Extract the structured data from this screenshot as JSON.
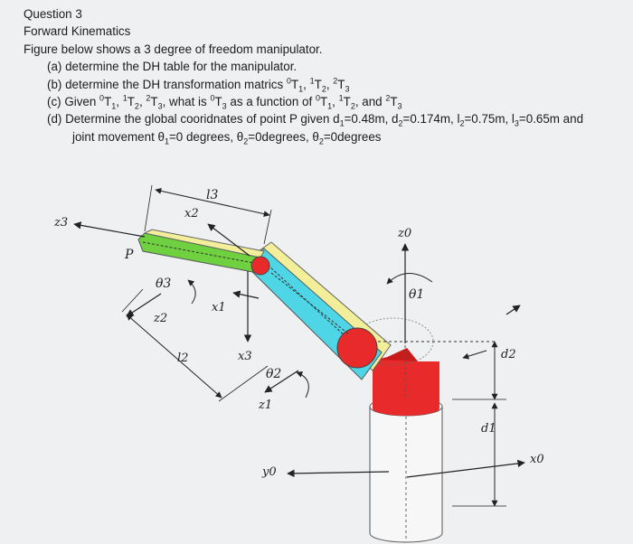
{
  "question": {
    "number_label": "Question 3",
    "topic": "Forward Kinematics",
    "intro": "Figure below shows a 3 degree of freedom manipulator.",
    "parts": {
      "a": "(a)  determine the DH table for the manipulator.",
      "b_prefix": "(b)  determine the DH transformation matrics ",
      "c_prefix": "(c)  Given ",
      "c_mid": ", what is ",
      "c_mid2": " as a function of ",
      "c_and": ", and ",
      "d_prefix": "(d)  Determine the global cooridnates of point P given d",
      "d_line1_rest": "=0.48m, d",
      "d_val3": "=0.174m, l",
      "d_val4": "=0.75m, l",
      "d_val5": "=0.65m and",
      "d_line2_start": "joint movement θ",
      "d_t1": "=0 degrees, θ",
      "d_t2": "=0degrees, θ",
      "d_t3": "=0degrees"
    },
    "matrices": {
      "sep": ",  ",
      "sup0": "0",
      "sup1": "1",
      "sup2": "2",
      "T": "T",
      "sub1": "1",
      "sub2": "2",
      "sub3": "3",
      "comma": ", "
    }
  },
  "figure": {
    "labels": {
      "l3": "l3",
      "x2": "x2",
      "z3": "z3",
      "P": "P",
      "theta3": "θ3",
      "x1": "x1",
      "z2": "z2",
      "l2": "l2",
      "x3": "x3",
      "theta2": "θ2",
      "z1": "z1",
      "y0": "y0",
      "z0": "z0",
      "theta1": "θ1",
      "d2": "d2",
      "d1": "d1",
      "x0": "x0"
    },
    "colors": {
      "link_green": "#6fd13f",
      "link_cyan": "#4fd6e6",
      "link_yellow": "#f2ee9a",
      "joint_red": "#e82a2a",
      "base_white": "#f7f7f7"
    }
  }
}
